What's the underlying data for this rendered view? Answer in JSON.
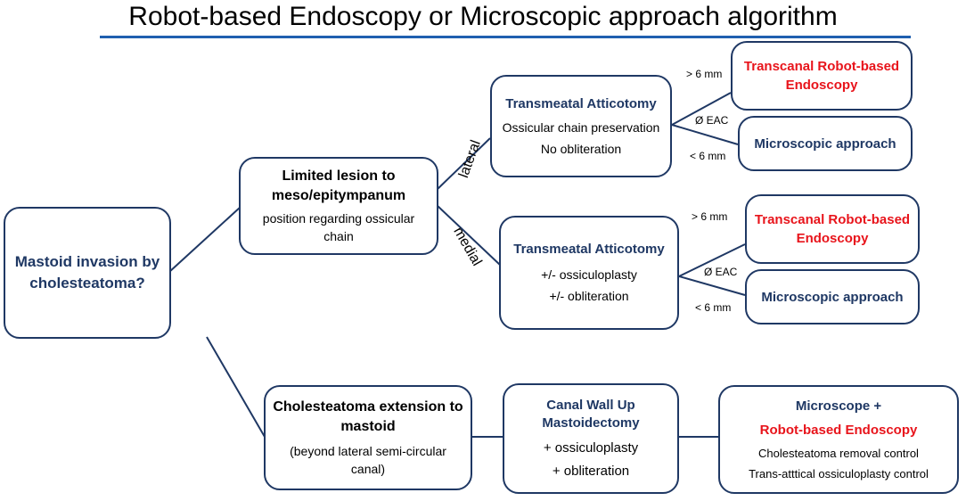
{
  "title": "Robot-based Endoscopy or Microscopic approach algorithm",
  "nodes": {
    "root": {
      "text": "Mastoid invasion by cholesteatoma?"
    },
    "limited": {
      "heading": "Limited lesion to meso/epitympanum",
      "detail": "position regarding ossicular chain"
    },
    "extension": {
      "heading": "Cholesteatoma extension to mastoid",
      "detail": "(beyond lateral semi-circular canal)"
    },
    "lateral_atticotomy": {
      "heading": "Transmeatal Atticotomy",
      "line1": "Ossicular chain preservation",
      "line2": "No obliteration"
    },
    "medial_atticotomy": {
      "heading": "Transmeatal Atticotomy",
      "line1": "+/- ossiculoplasty",
      "line2": "+/- obliteration"
    },
    "canal_wall_up": {
      "heading": "Canal Wall Up Mastoidectomy",
      "line1": "+ ossiculoplasty",
      "line2": "+ obliteration"
    },
    "robot_top": {
      "text": "Transcanal Robot-based Endoscopy"
    },
    "micro_top": {
      "text": "Microscopic approach"
    },
    "robot_mid": {
      "text": "Transcanal Robot-based Endoscopy"
    },
    "micro_mid": {
      "text": "Microscopic approach"
    },
    "combined": {
      "heading1": "Microscope +",
      "heading2": "Robot-based Endoscopy",
      "line1": "Cholesteatoma removal control",
      "line2": "Trans-atttical ossiculoplasty control"
    }
  },
  "labels": {
    "lateral": "lateral",
    "medial": "medial",
    "top_gt": "> 6 mm",
    "top_eac": "Ø EAC",
    "top_lt": "< 6 mm",
    "mid_gt": "> 6 mm",
    "mid_eac": "Ø EAC",
    "mid_lt": "< 6 mm"
  },
  "colors": {
    "navy": "#1f3864",
    "red": "#e8141b",
    "rule": "#1f5faf"
  }
}
